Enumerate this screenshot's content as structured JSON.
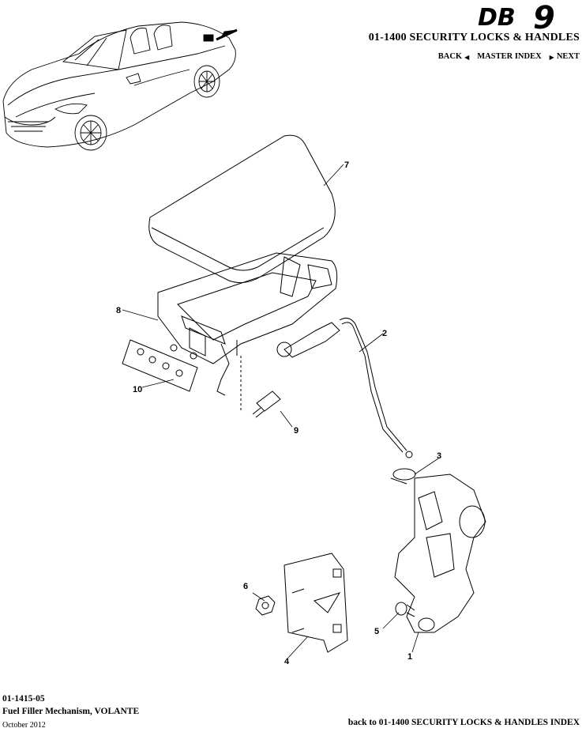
{
  "header": {
    "logo_text": "DB9",
    "title": "01-1400 SECURITY LOCKS & HANDLES",
    "nav": {
      "back": "BACK",
      "master_index": "MASTER INDEX",
      "next": "NEXT"
    }
  },
  "callouts": {
    "c1": "1",
    "c2": "2",
    "c3": "3",
    "c4": "4",
    "c5": "5",
    "c6": "6",
    "c7": "7",
    "c8": "8",
    "c9": "9",
    "c10": "10"
  },
  "footer": {
    "code": "01-1415-05",
    "name": "Fuel Filler Mechanism, VOLANTE",
    "date": "October 2012",
    "back_link": "back to 01-1400 SECURITY LOCKS & HANDLES INDEX"
  }
}
